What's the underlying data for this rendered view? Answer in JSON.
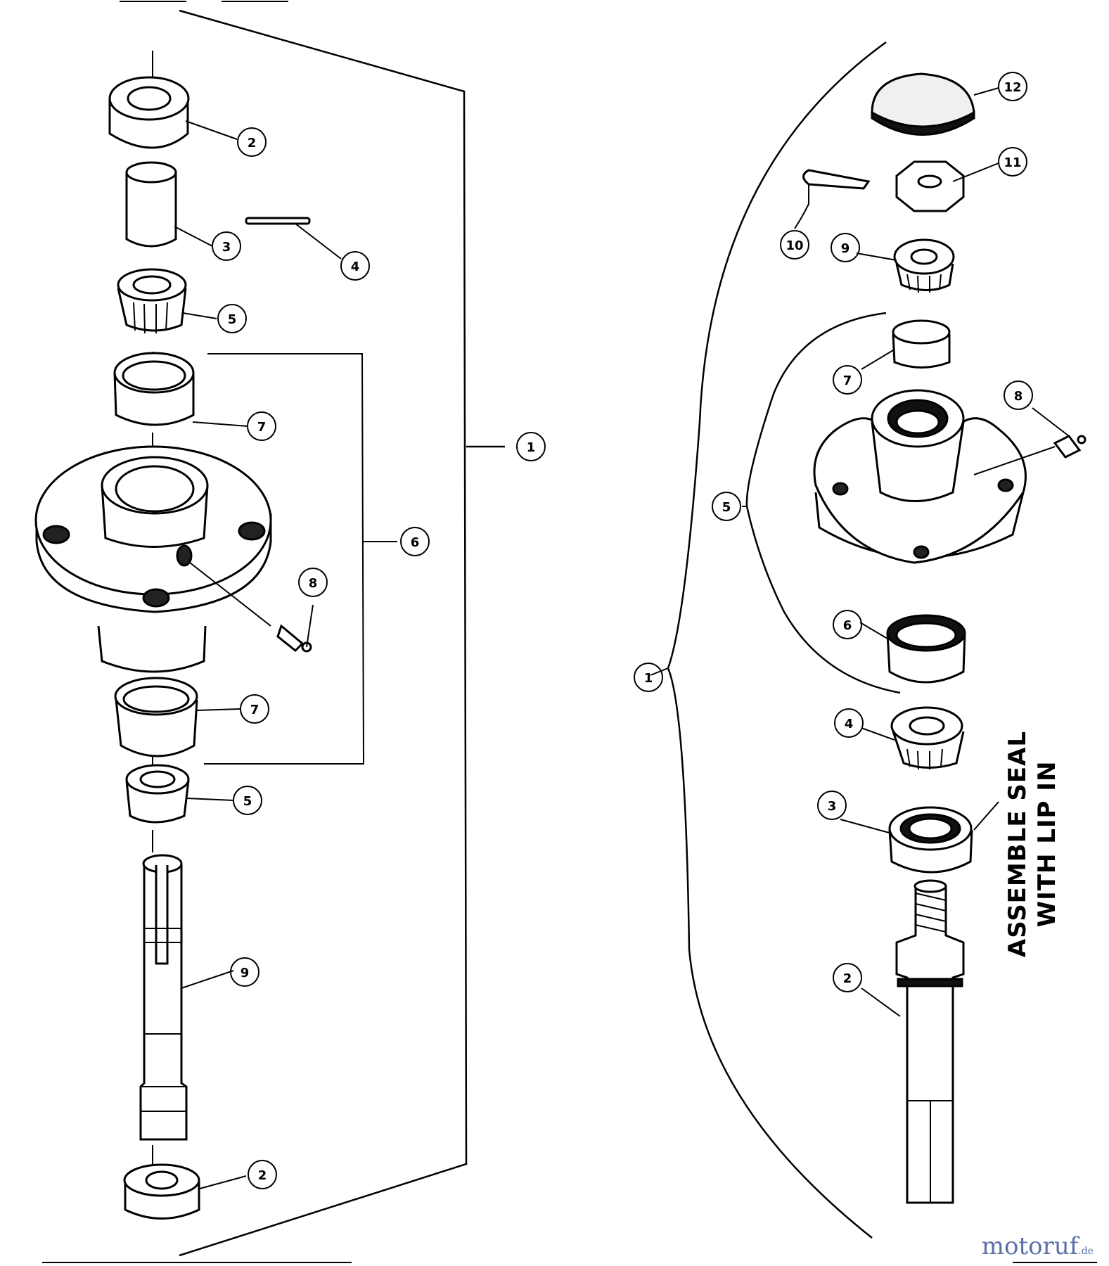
{
  "left_assembly": {
    "callouts": [
      {
        "id": "L-2a",
        "label": "2"
      },
      {
        "id": "L-3",
        "label": "3"
      },
      {
        "id": "L-4",
        "label": "4"
      },
      {
        "id": "L-5a",
        "label": "5"
      },
      {
        "id": "L-7a",
        "label": "7"
      },
      {
        "id": "L-1",
        "label": "1"
      },
      {
        "id": "L-6",
        "label": "6"
      },
      {
        "id": "L-8",
        "label": "8"
      },
      {
        "id": "L-7b",
        "label": "7"
      },
      {
        "id": "L-5b",
        "label": "5"
      },
      {
        "id": "L-9",
        "label": "9"
      },
      {
        "id": "L-2b",
        "label": "2"
      }
    ]
  },
  "right_assembly": {
    "callouts": [
      {
        "id": "R-12",
        "label": "12"
      },
      {
        "id": "R-11",
        "label": "11"
      },
      {
        "id": "R-10",
        "label": "10"
      },
      {
        "id": "R-9",
        "label": "9"
      },
      {
        "id": "R-7",
        "label": "7"
      },
      {
        "id": "R-8",
        "label": "8"
      },
      {
        "id": "R-5",
        "label": "5"
      },
      {
        "id": "R-6",
        "label": "6"
      },
      {
        "id": "R-1",
        "label": "1"
      },
      {
        "id": "R-4",
        "label": "4"
      },
      {
        "id": "R-3",
        "label": "3"
      },
      {
        "id": "R-2",
        "label": "2"
      }
    ],
    "note_line1": "ASSEMBLE SEAL",
    "note_line2": "WITH LIP IN"
  },
  "watermark": {
    "main": "motoruf",
    "tld": ".de"
  }
}
